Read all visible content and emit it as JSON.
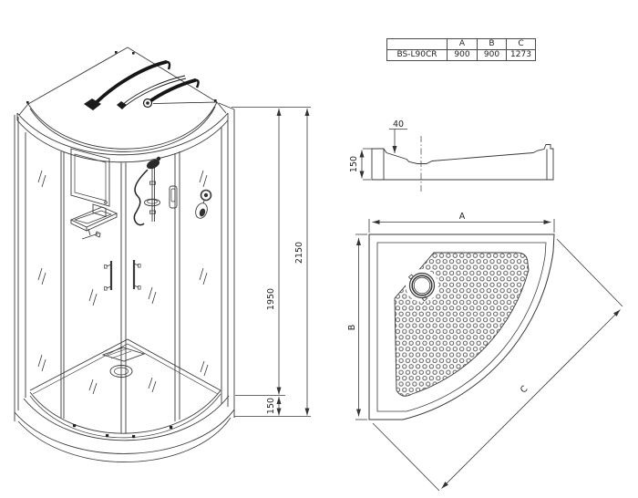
{
  "colors": {
    "line": "#3a3a3a",
    "dark": "#1a1a1a",
    "background": "#ffffff",
    "text": "#222222"
  },
  "spec_table": {
    "corner": "",
    "col_headers": [
      "A",
      "B",
      "C"
    ],
    "rows": [
      {
        "model": "BS-L90CR",
        "A": "900",
        "B": "900",
        "C": "1273"
      }
    ]
  },
  "front_view": {
    "overall_height": "2150",
    "glass_panel_height": "1950",
    "tray_height": "150"
  },
  "tray_profile_view": {
    "rim_depth": "40",
    "tray_height": "150"
  },
  "tray_plan_view": {
    "width_label": "A",
    "depth_label": "B",
    "diagonal_label": "C"
  }
}
